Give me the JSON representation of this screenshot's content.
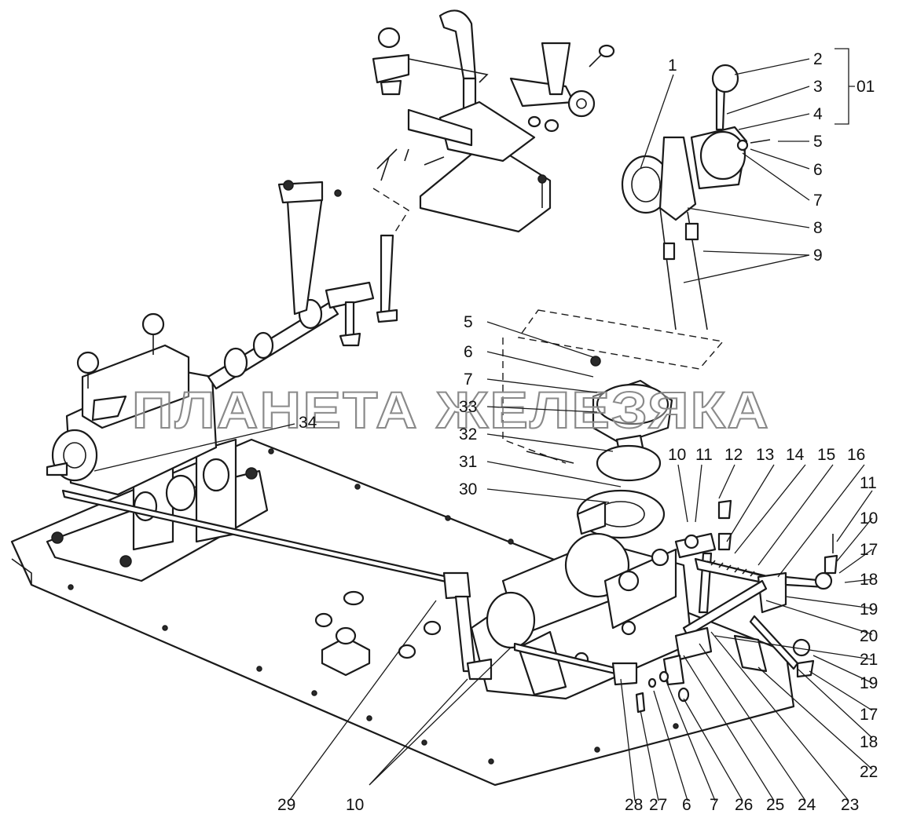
{
  "watermark": "ПЛАНЕТА ЖЕЛЕЗЯКА",
  "callouts": {
    "c1": "1",
    "c2": "2",
    "c3": "3",
    "c4": "4",
    "c01": "01",
    "c5a": "5",
    "c6a": "6",
    "c7a": "7",
    "c8": "8",
    "c9": "9",
    "c5b": "5",
    "c6b": "6",
    "c7b": "7",
    "c33": "33",
    "c32": "32",
    "c31": "31",
    "c30": "30",
    "c34": "34",
    "c10a": "10",
    "c11a": "11",
    "c12": "12",
    "c13": "13",
    "c14": "14",
    "c15": "15",
    "c16": "16",
    "c11b": "11",
    "c10b": "10",
    "c17a": "17",
    "c18a": "18",
    "c19a": "19",
    "c20": "20",
    "c21": "21",
    "c19b": "19",
    "c17b": "17",
    "c18b": "18",
    "c22": "22",
    "c29": "29",
    "c10c": "10",
    "c28": "28",
    "c27": "27",
    "c6c": "6",
    "c7c": "7",
    "c26": "26",
    "c25": "25",
    "c24": "24",
    "c23": "23"
  }
}
